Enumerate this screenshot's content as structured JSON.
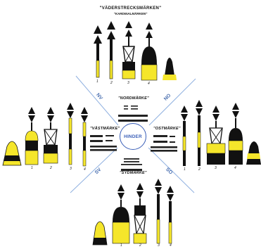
{
  "title": "\"VÄDERSTRECKSMÄRKEN\"",
  "subtitle": "\"KARDINALMÄRKEN\"",
  "center_label": "HINDER",
  "quadrants": {
    "north": "\"NORDMÄRKE\"",
    "west": "\"VÄSTMÄRKE\"",
    "east": "\"OSTMÄRKE\"",
    "south": "\"SYDMÄRKE\""
  },
  "directions": {
    "nw": "NV",
    "ne": "NO",
    "sw": "SV",
    "se": "SO"
  },
  "mark_numbers": {
    "north": [
      "1",
      "2",
      "3",
      "4"
    ],
    "west": [
      "1",
      "2",
      "3",
      "4"
    ],
    "east": [
      "1",
      "2",
      "3",
      "4"
    ],
    "south": [
      "1",
      "2",
      "3",
      "4"
    ]
  },
  "colors": {
    "yellow": "#f5e62b",
    "black": "#111111",
    "axis": "#7fa3d9",
    "accent": "#3a5fb8"
  }
}
